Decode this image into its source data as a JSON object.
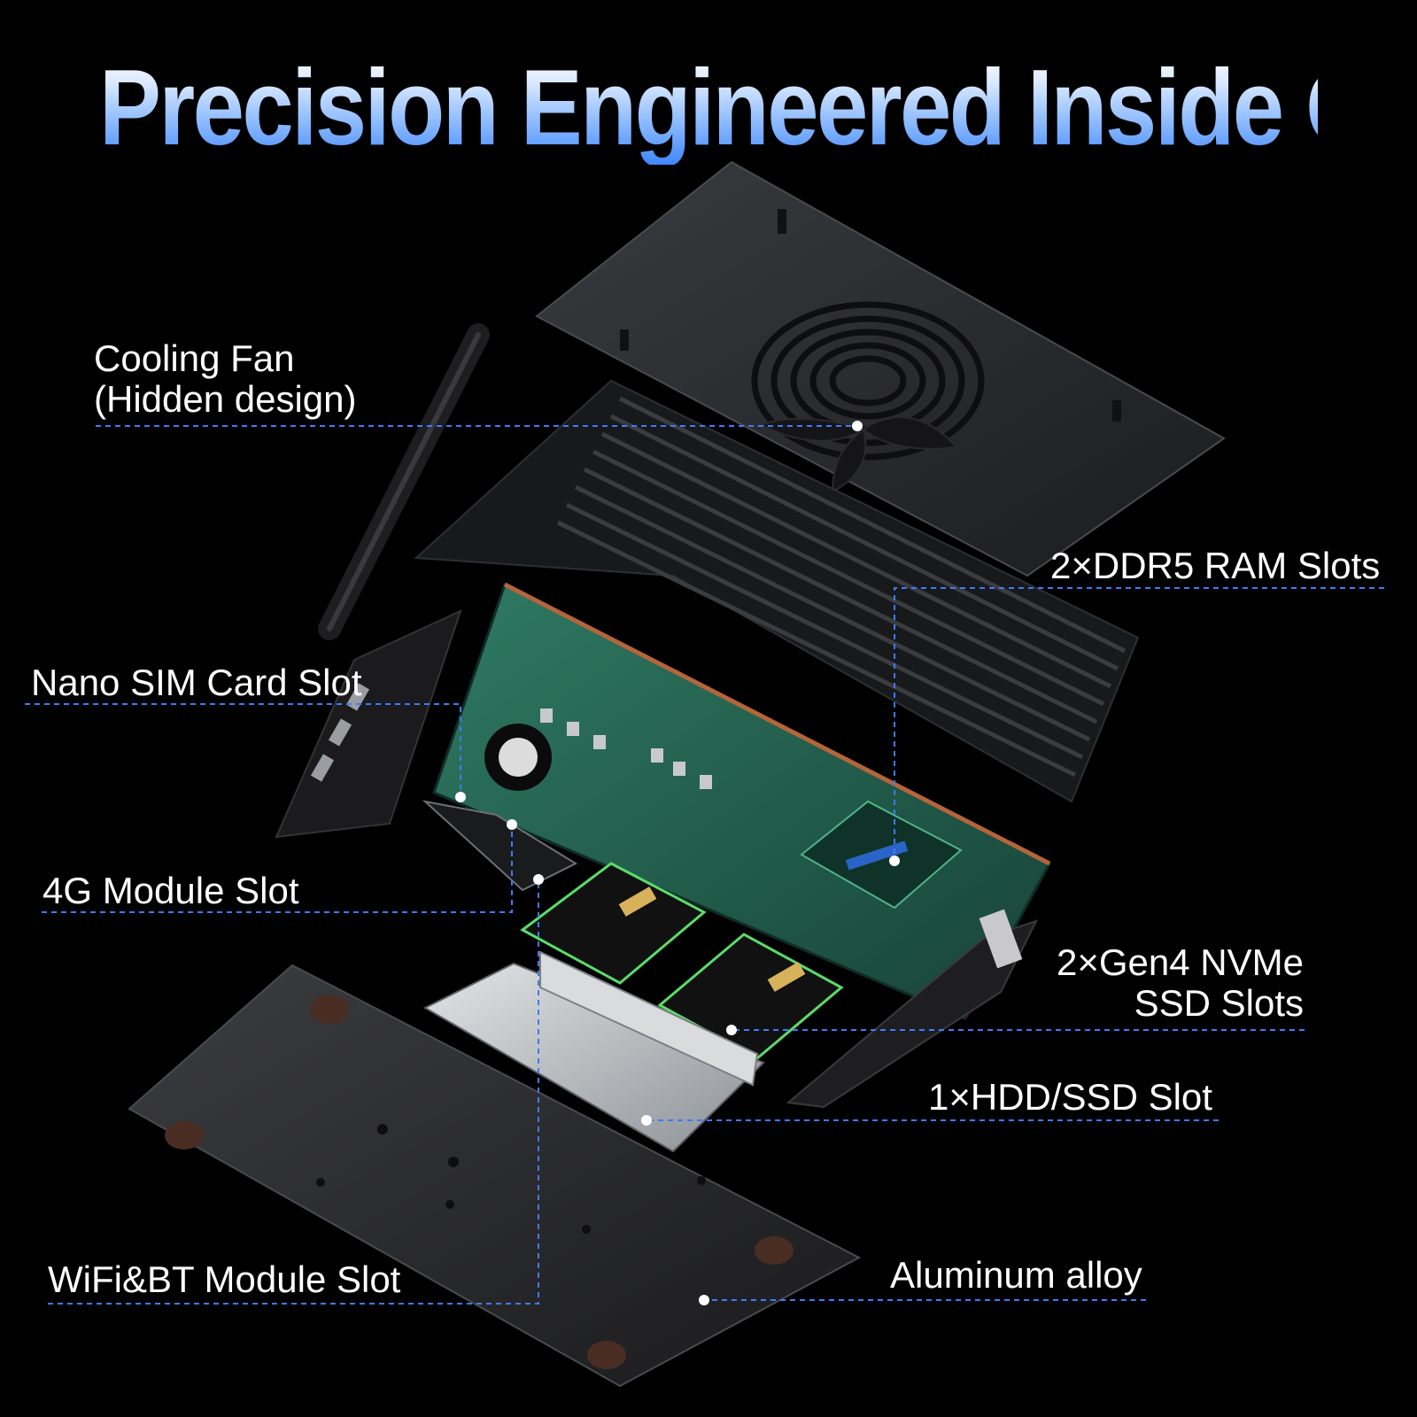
{
  "headline": "Precision Engineered Inside Out",
  "callouts": {
    "cooling_fan": {
      "line1": "Cooling Fan",
      "line2": "(Hidden design)"
    },
    "ram": {
      "text": "2×DDR5 RAM Slots"
    },
    "sim": {
      "text": "Nano SIM Card Slot"
    },
    "module_4g": {
      "text": "4G Module Slot"
    },
    "nvme": {
      "line1": "2×Gen4 NVMe",
      "line2": "SSD Slots"
    },
    "hdd": {
      "text": "1×HDD/SSD Slot"
    },
    "wifi": {
      "text": "WiFi&BT Module Slot"
    },
    "alloy": {
      "text": "Aluminum alloy"
    }
  },
  "colors": {
    "background": "#000000",
    "leader_line": "#3d7bff",
    "label_text": "#ffffff",
    "pcb": "#1f5a48",
    "chassis": "#222326"
  }
}
